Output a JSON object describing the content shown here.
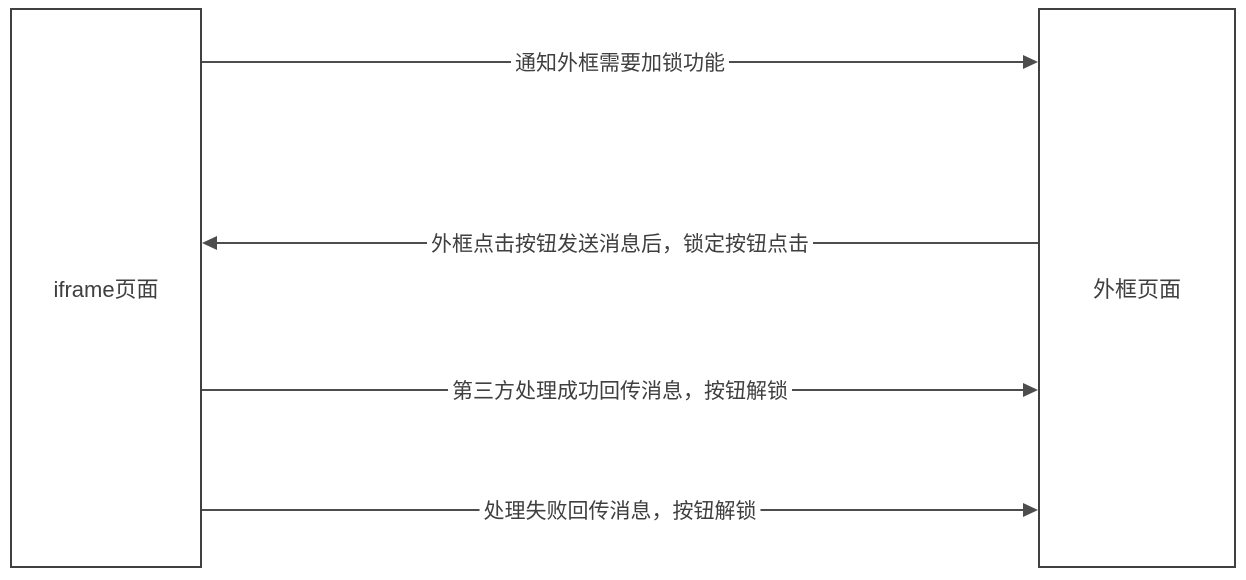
{
  "diagram": {
    "left_box": {
      "label": "iframe页面"
    },
    "right_box": {
      "label": "外框页面"
    },
    "arrows": [
      {
        "label": "通知外框需要加锁功能",
        "direction": "right",
        "from": "iframe页面",
        "to": "外框页面"
      },
      {
        "label": "外框点击按钮发送消息后，锁定按钮点击",
        "direction": "left",
        "from": "外框页面",
        "to": "iframe页面"
      },
      {
        "label": "第三方处理成功回传消息，按钮解锁",
        "direction": "right",
        "from": "iframe页面",
        "to": "外框页面"
      },
      {
        "label": "处理失败回传消息，按钮解锁",
        "direction": "right",
        "from": "iframe页面",
        "to": "外框页面"
      }
    ],
    "colors": {
      "line": "#4d4d4d",
      "border": "#404040",
      "text": "#3f3f3f",
      "background": "#ffffff"
    }
  }
}
